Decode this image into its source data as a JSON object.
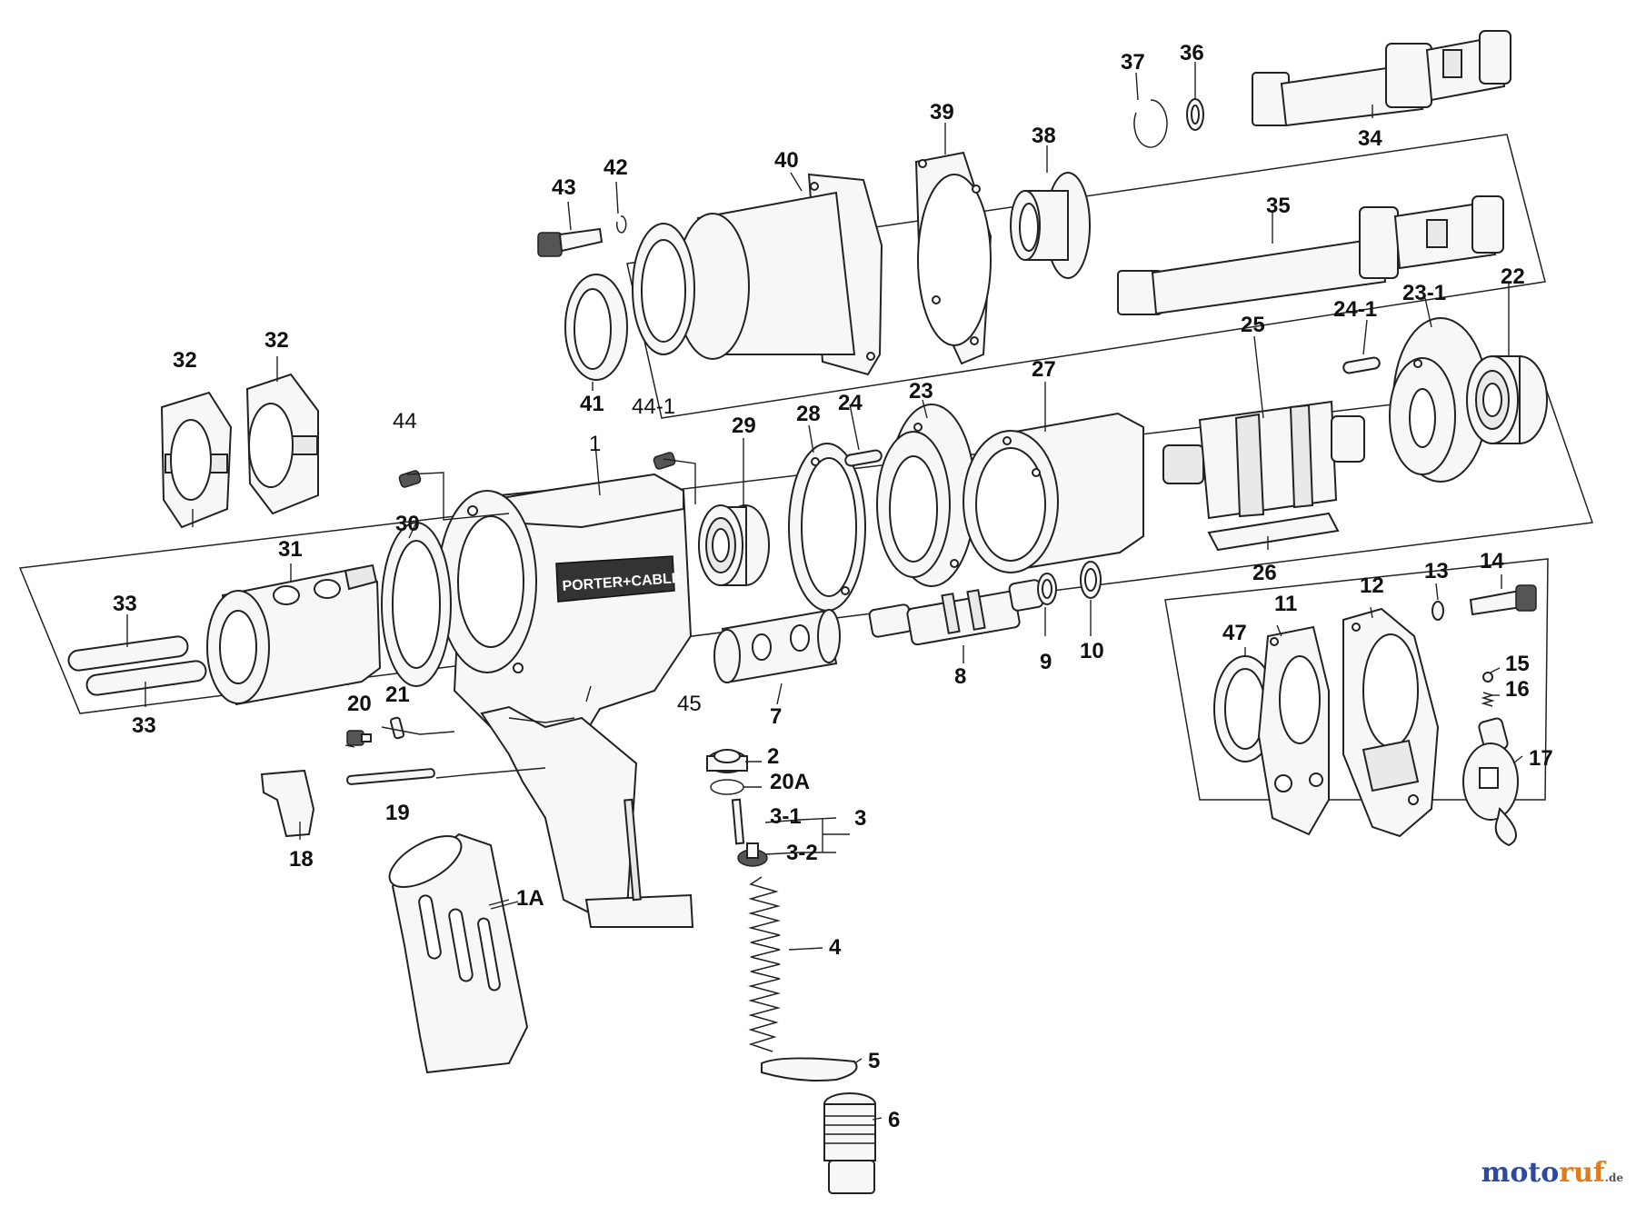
{
  "brand_label": "PORTER+CABLE",
  "watermark": {
    "name_a": "moto",
    "name_b": "ruf",
    "tld": ".de"
  },
  "labels": {
    "p1": "1",
    "p1A": "1A",
    "p2": "2",
    "p3": "3",
    "p3_1": "3-1",
    "p3_2": "3-2",
    "p4": "4",
    "p5": "5",
    "p6": "6",
    "p7": "7",
    "p8": "8",
    "p9": "9",
    "p10": "10",
    "p11": "11",
    "p12": "12",
    "p13": "13",
    "p14": "14",
    "p15": "15",
    "p16": "16",
    "p17": "17",
    "p18": "18",
    "p19": "19",
    "p20": "20",
    "p20A": "20A",
    "p21": "21",
    "p22": "22",
    "p23": "23",
    "p23_1": "23-1",
    "p24": "24",
    "p24_1": "24-1",
    "p25": "25",
    "p26": "26",
    "p27": "27",
    "p28": "28",
    "p29": "29",
    "p30": "30",
    "p31": "31",
    "p32a": "32",
    "p32b": "32",
    "p33a": "33",
    "p33b": "33",
    "p34": "34",
    "p35": "35",
    "p36": "36",
    "p37": "37",
    "p38": "38",
    "p39": "39",
    "p40": "40",
    "p41": "41",
    "p42": "42",
    "p43": "43",
    "p44": "44",
    "p44_1": "44-1",
    "p45": "45",
    "p47": "47"
  }
}
